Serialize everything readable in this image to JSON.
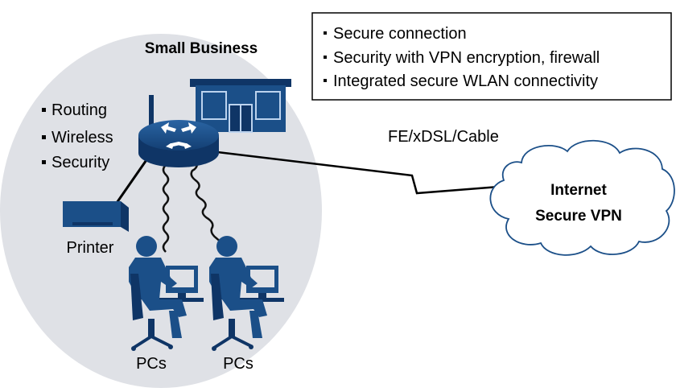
{
  "small_business": {
    "title": "Small Business",
    "router_features": [
      "Routing",
      "Wireless",
      "Security"
    ],
    "printer_label": "Printer",
    "pc_labels": [
      "PCs",
      "PCs"
    ]
  },
  "callout": {
    "items": [
      "Secure connection",
      "Security with VPN encryption, firewall",
      "Integrated secure WLAN connectivity"
    ]
  },
  "link_label": "FE/xDSL/Cable",
  "cloud": {
    "line1": "Internet",
    "line2": "Secure VPN"
  },
  "colors": {
    "circle_fill": "#dfe1e6",
    "device_blue": "#1b4f88",
    "device_dark": "#0f3566",
    "line": "#000000"
  }
}
